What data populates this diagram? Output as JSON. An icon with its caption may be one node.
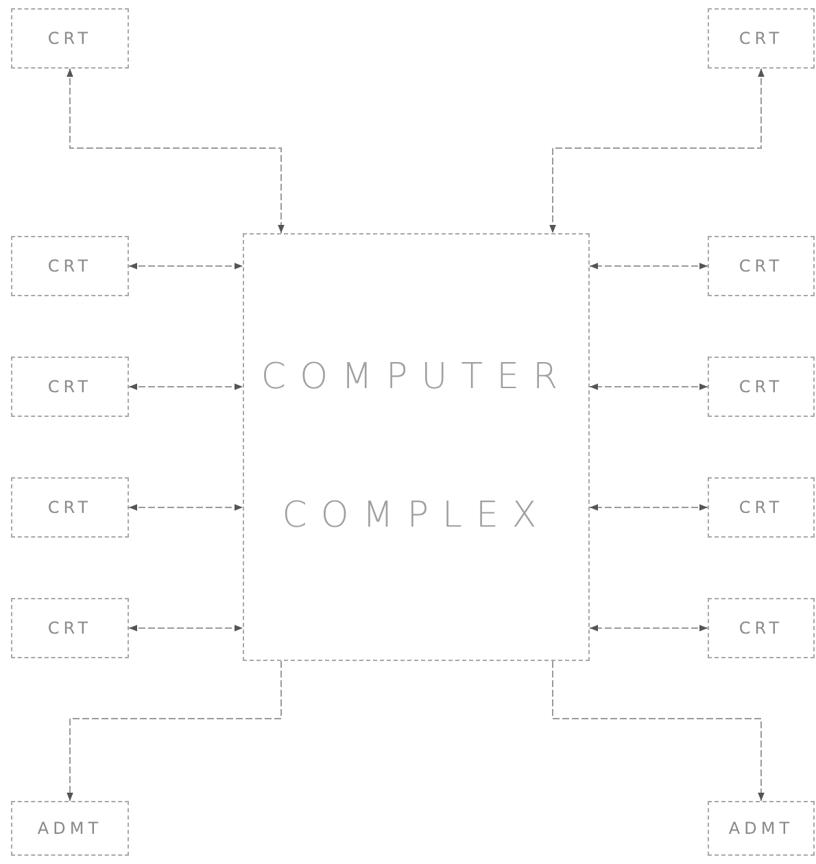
{
  "diagram": {
    "nodes": [
      {
        "text": [
          "CRT"
        ]
      },
      {
        "text": [
          "CRT"
        ]
      },
      {
        "text": [
          "COMPUTER",
          "COMPLEX"
        ]
      },
      {
        "text": [
          "CRT"
        ]
      },
      {
        "text": [
          "CRT"
        ]
      },
      {
        "text": [
          "CRT"
        ]
      },
      {
        "text": [
          "CRT"
        ]
      },
      {
        "text": [
          "CRT"
        ]
      },
      {
        "text": [
          "CRT"
        ]
      },
      {
        "text": [
          "CRT"
        ]
      },
      {
        "text": [
          "CRT"
        ]
      },
      {
        "text": [
          "ADMT"
        ]
      },
      {
        "text": [
          "ADMT"
        ]
      }
    ],
    "edges": [
      {
        "from": 0,
        "to": 2,
        "arrow": "both"
      },
      {
        "from": 1,
        "to": 2,
        "arrow": "both"
      },
      {
        "from": 3,
        "to": 2,
        "arrow": "both"
      },
      {
        "from": 4,
        "to": 2,
        "arrow": "both"
      },
      {
        "from": 5,
        "to": 2,
        "arrow": "both"
      },
      {
        "from": 6,
        "to": 2,
        "arrow": "both"
      },
      {
        "from": 7,
        "to": 2,
        "arrow": "both"
      },
      {
        "from": 8,
        "to": 2,
        "arrow": "both"
      },
      {
        "from": 9,
        "to": 2,
        "arrow": "both"
      },
      {
        "from": 10,
        "to": 2,
        "arrow": "both"
      },
      {
        "from": 2,
        "to": 11,
        "arrow": "to"
      },
      {
        "from": 2,
        "to": 12,
        "arrow": "to"
      }
    ]
  }
}
